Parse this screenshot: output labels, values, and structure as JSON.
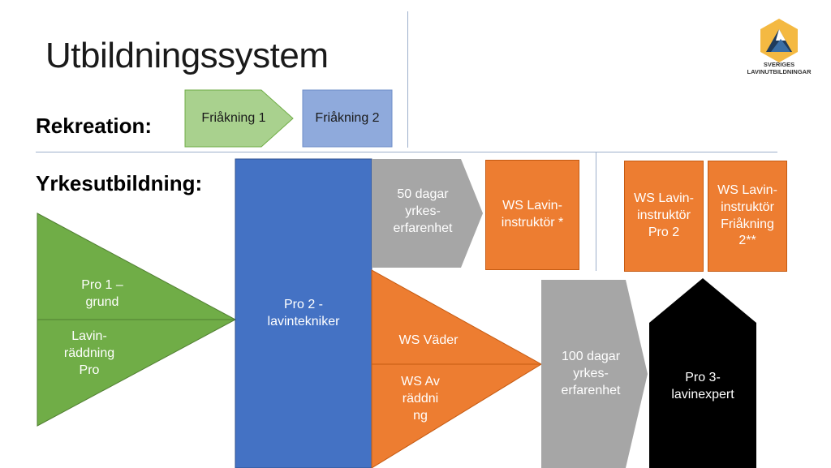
{
  "title": "Utbildningssystem",
  "logo": {
    "text": "SVERIGES\nLAVINUTBILDNINGAR",
    "icon": "mountain-hexagon-icon",
    "color": "#f4b942"
  },
  "sections": {
    "recreation": "Rekreation:",
    "professional": "Yrkesutbildning:"
  },
  "nodes": {
    "friakning1": "Friåkning 1",
    "friakning2": "Friåkning 2",
    "pro1_grund": "Pro 1 –\ngrund",
    "lavinraddning_pro": "Lavin-\nräddning\nPro",
    "pro2": "Pro 2 -\nlavintekniker",
    "yrkes50": "50 dagar\nyrkes-\nerfarenhet",
    "ws_lavininstruktor": "WS Lavin-\ninstruktör *",
    "ws_vader": "WS Väder",
    "ws_avraddning": "WS Av\nräddni\nng",
    "yrkes100": "100 dagar\nyrkes-\nerfarenhet",
    "ws_lavininstruktor_pro2": "WS Lavin-\ninstruktör\nPro 2",
    "ws_lavininstruktor_friakning2": "WS Lavin-\ninstruktör\nFriåkning\n2**",
    "pro3": "Pro 3-\nlavinexpert"
  },
  "colors": {
    "green": "#70ad47",
    "light_green": "#a9d18e",
    "periwinkle": "#8faadc",
    "blue": "#4472c4",
    "gray": "#a6a6a6",
    "orange": "#ed7d31",
    "black": "#000000"
  }
}
